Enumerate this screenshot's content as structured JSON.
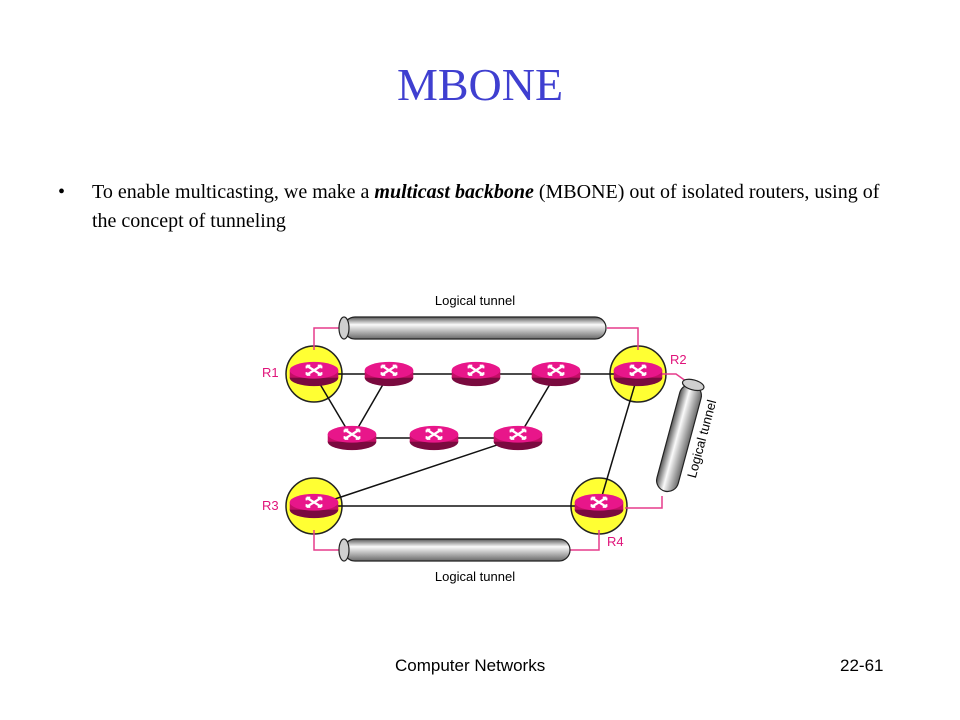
{
  "slide": {
    "title": "MBONE",
    "bullet": {
      "before": "To enable multicasting, we make a ",
      "emphasis": "multicast backbone",
      "after": " (MBONE) out of isolated routers, using of the concept of tunneling"
    },
    "footer_left": "Computer Networks",
    "footer_right": "22-61"
  },
  "diagram": {
    "tunnel_top_label": "Logical tunnel",
    "tunnel_right_label": "Logical tunnel",
    "tunnel_bottom_label": "Logical tunnel",
    "routers": {
      "r1": "R1",
      "r2": "R2",
      "r3": "R3",
      "r4": "R4"
    },
    "colors": {
      "title": "#3f3fd0",
      "router": "#e0137a",
      "mbone_halo": "#ffff33",
      "link": "#e63c8c"
    }
  }
}
